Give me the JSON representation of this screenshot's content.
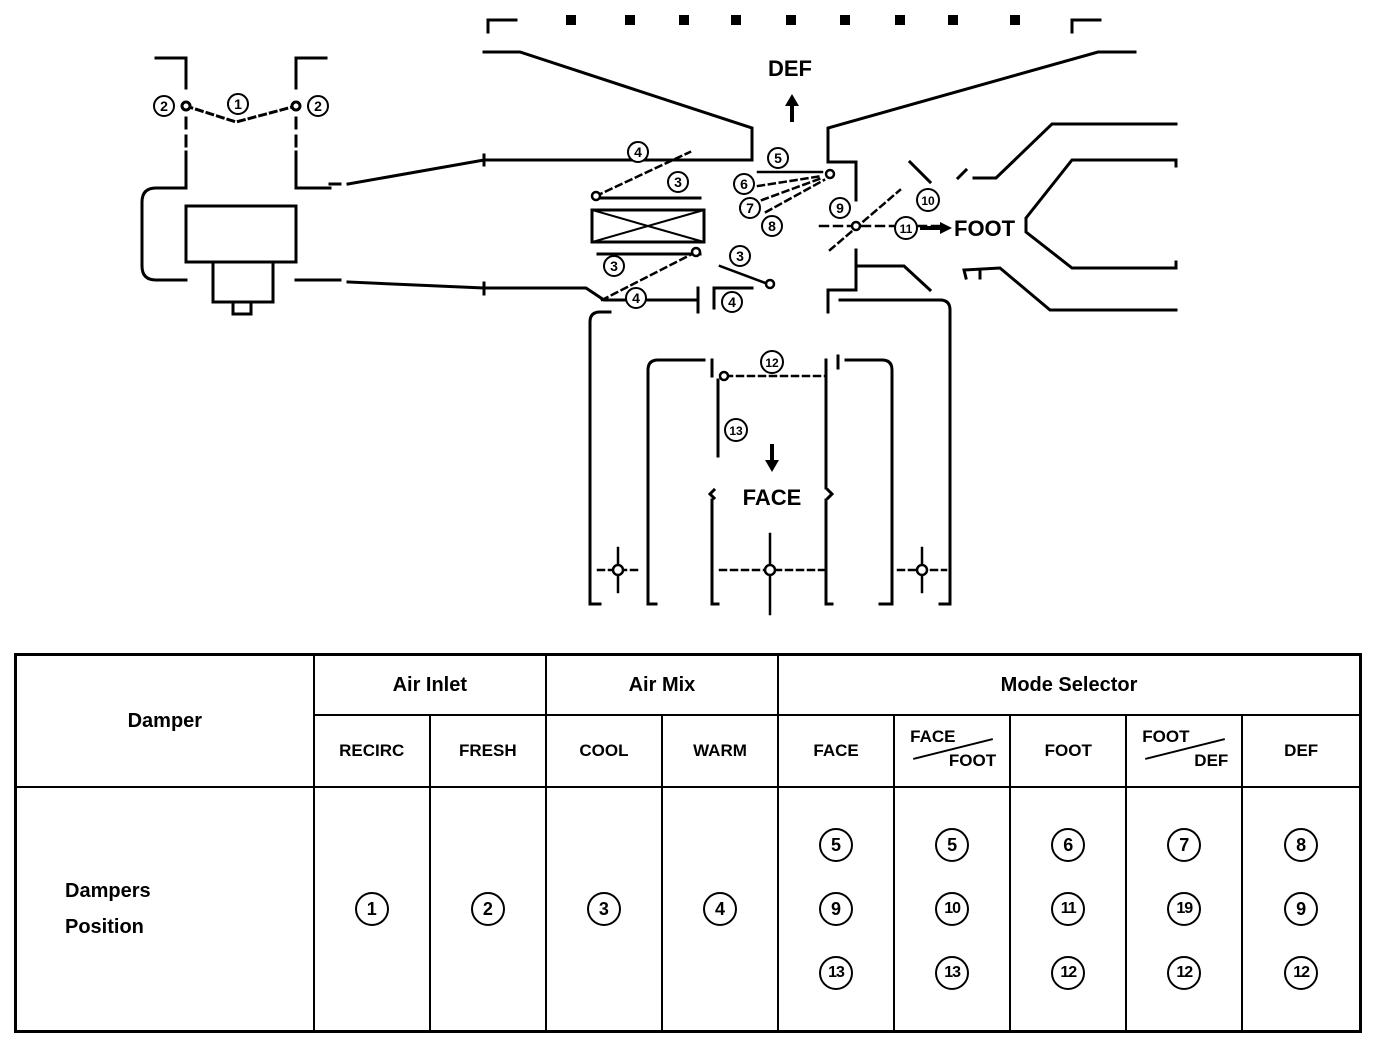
{
  "diagram": {
    "labels": {
      "def": "DEF",
      "foot": "FOOT",
      "face": "FACE"
    },
    "damper_numbers": [
      "1",
      "2",
      "3",
      "4",
      "5",
      "6",
      "7",
      "8",
      "9",
      "10",
      "11",
      "12",
      "13"
    ]
  },
  "table": {
    "damper_header": "Damper",
    "groups": {
      "air_inlet": "Air Inlet",
      "air_mix": "Air Mix",
      "mode_selector": "Mode Selector"
    },
    "columns": {
      "recirc": "RECIRC",
      "fresh": "FRESH",
      "cool": "COOL",
      "warm": "WARM",
      "face": "FACE",
      "face_foot_top": "FACE",
      "face_foot_bottom": "FOOT",
      "foot": "FOOT",
      "foot_def_top": "FOOT",
      "foot_def_bottom": "DEF",
      "def": "DEF"
    },
    "row_label_line1": "Dampers",
    "row_label_line2": "Position",
    "positions": {
      "recirc": [
        "1"
      ],
      "fresh": [
        "2"
      ],
      "cool": [
        "3"
      ],
      "warm": [
        "4"
      ],
      "face": [
        "5",
        "9",
        "13"
      ],
      "face_foot": [
        "5",
        "10",
        "13"
      ],
      "foot": [
        "6",
        "11",
        "12"
      ],
      "foot_def": [
        "7",
        "19",
        "12"
      ],
      "def": [
        "8",
        "9",
        "12"
      ]
    }
  }
}
